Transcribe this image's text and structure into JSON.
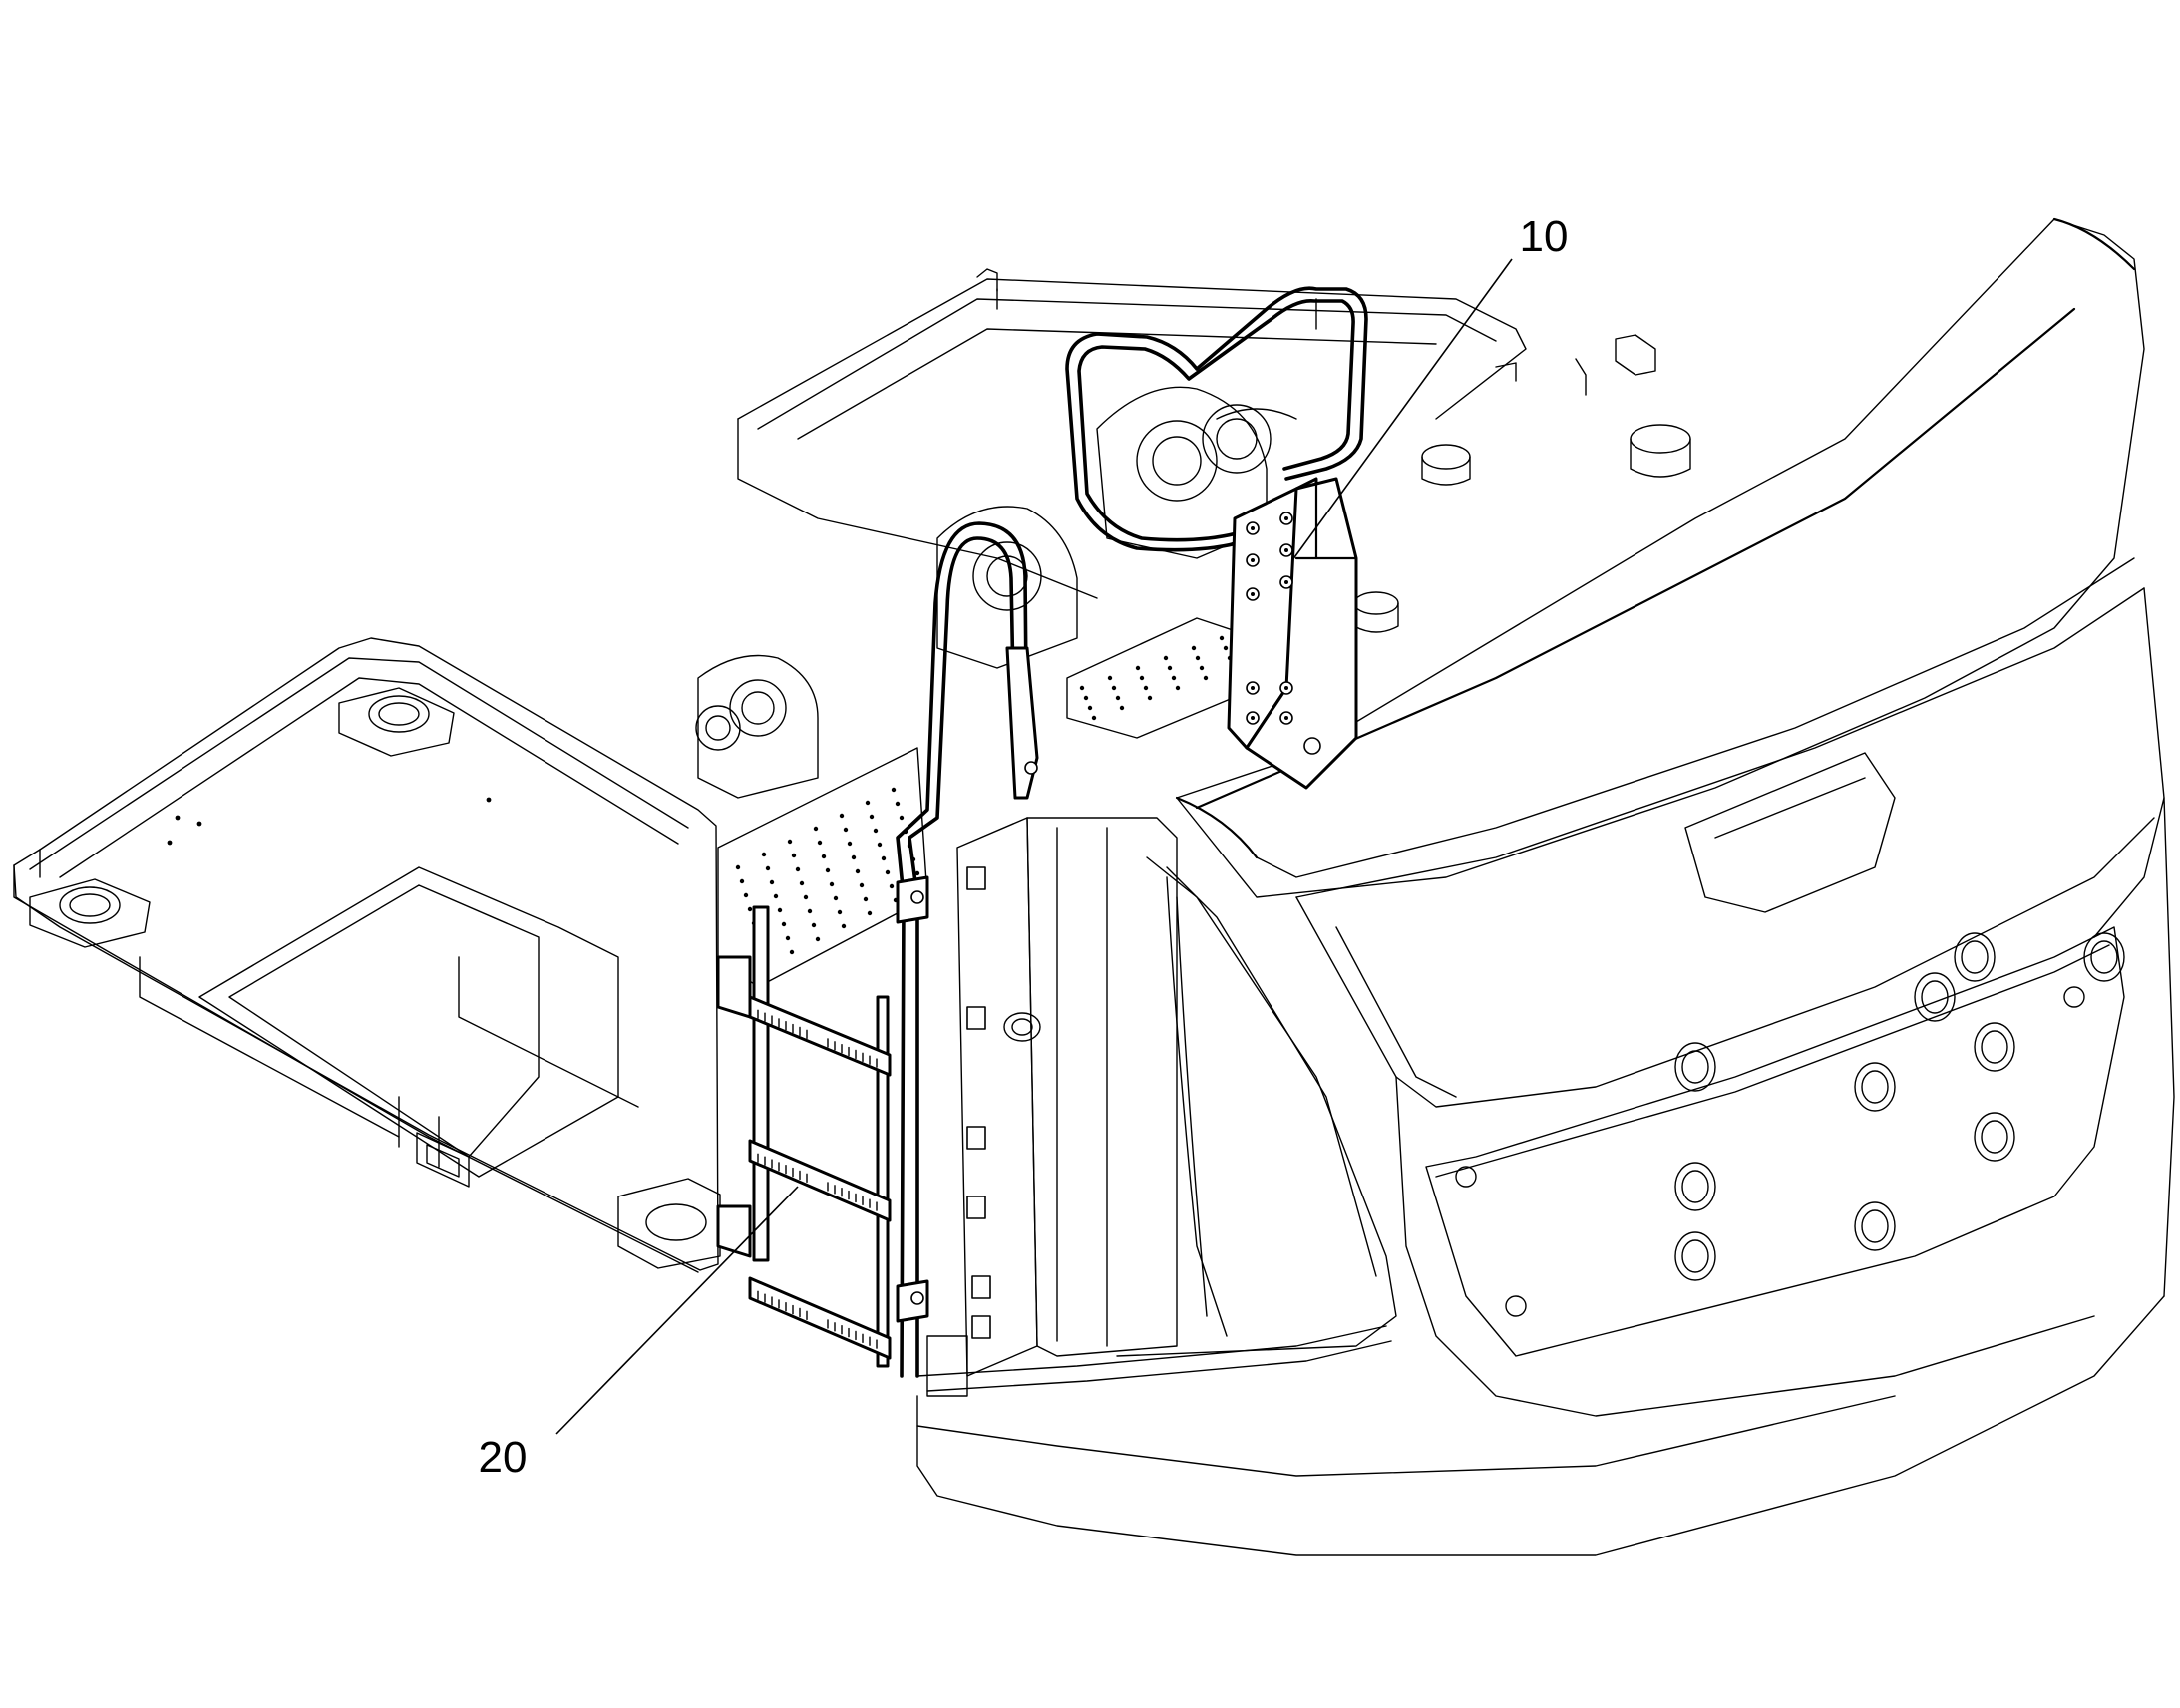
{
  "callouts": [
    {
      "id": "10",
      "label": "10"
    },
    {
      "id": "20",
      "label": "20"
    }
  ],
  "colors": {
    "line": "#000000",
    "background": "#ffffff"
  }
}
